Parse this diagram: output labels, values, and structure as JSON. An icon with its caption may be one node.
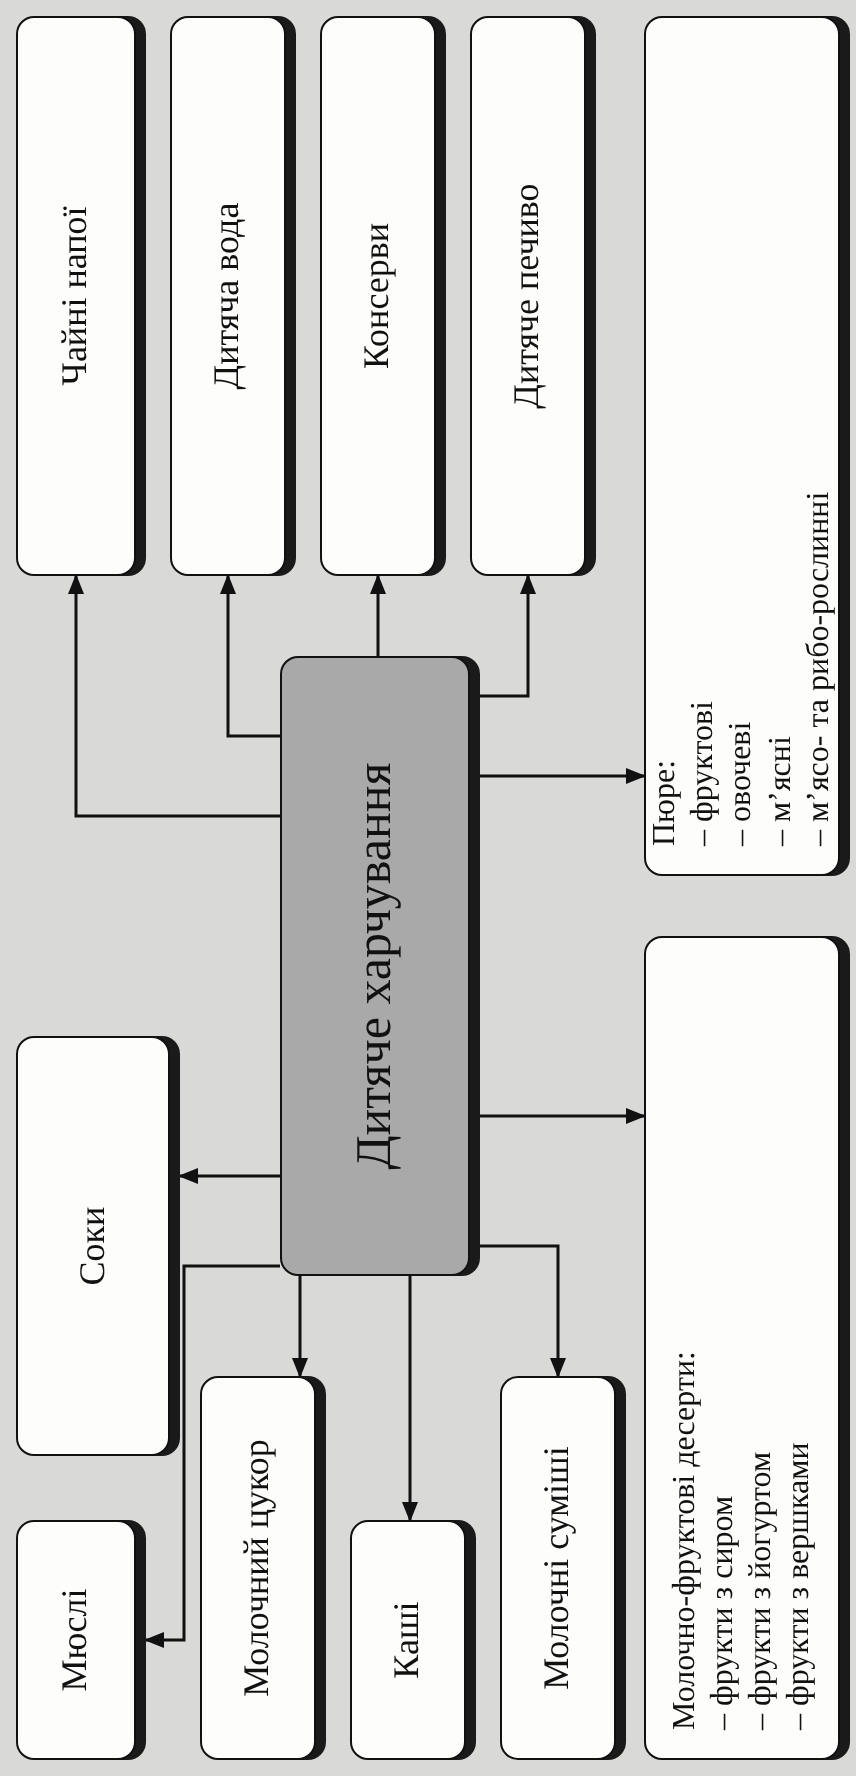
{
  "diagram": {
    "nodes": [
      {
        "text": [
          "Мюслі"
        ]
      },
      {
        "text": [
          "Соки"
        ]
      },
      {
        "text": [
          "Чайні напої"
        ]
      },
      {
        "text": [
          "Молочний цукор"
        ]
      },
      {
        "text": [
          "Дитяча вода"
        ]
      },
      {
        "text": [
          "Дитяче харчування"
        ]
      },
      {
        "text": [
          "Каші"
        ]
      },
      {
        "text": [
          "Консерви"
        ]
      },
      {
        "text": [
          "Молочні суміші"
        ]
      },
      {
        "text": [
          "Дитяче печиво"
        ]
      },
      {
        "text": [
          "Молочно-фруктові десерти:",
          "– фрукти з сиром",
          "– фрукти з йогуртом",
          "– фрукти з вершками"
        ]
      },
      {
        "text": [
          "Пюре:",
          "– фруктові",
          "– овочеві",
          "– м’ясні",
          "– м’ясо- та рибо-рослинні"
        ]
      }
    ],
    "edges": [
      {
        "from": 5,
        "to": 1,
        "arrow": "to"
      },
      {
        "from": 5,
        "to": 0,
        "arrow": "to"
      },
      {
        "from": 5,
        "to": 3,
        "arrow": "to"
      },
      {
        "from": 5,
        "to": 6,
        "arrow": "to"
      },
      {
        "from": 5,
        "to": 8,
        "arrow": "to"
      },
      {
        "from": 5,
        "to": 2,
        "arrow": "to"
      },
      {
        "from": 5,
        "to": 4,
        "arrow": "to"
      },
      {
        "from": 5,
        "to": 7,
        "arrow": "to"
      },
      {
        "from": 5,
        "to": 9,
        "arrow": "to"
      },
      {
        "from": 5,
        "to": 10,
        "arrow": "to"
      },
      {
        "from": 5,
        "to": 11,
        "arrow": "to"
      }
    ]
  }
}
